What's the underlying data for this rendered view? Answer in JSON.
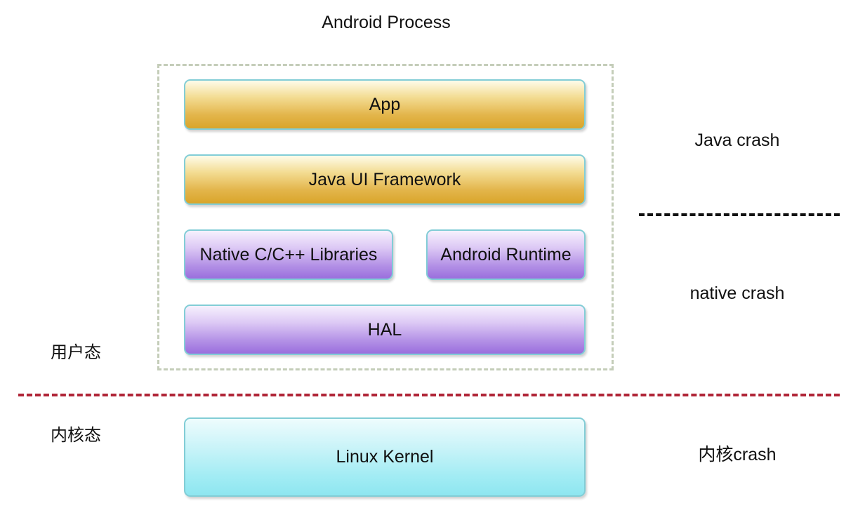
{
  "diagram": {
    "title": "Android Process",
    "layers": {
      "app": "App",
      "java_framework": "Java UI Framework",
      "native_libs": "Native C/C++ Libraries",
      "android_runtime": "Android Runtime",
      "hal": "HAL",
      "kernel": "Linux Kernel"
    },
    "left_labels": {
      "user_space": "用户态",
      "kernel_space": "内核态"
    },
    "right_labels": {
      "java_crash": "Java crash",
      "native_crash": "native crash",
      "kernel_crash": "内核crash"
    },
    "colors": {
      "java_layer": "#e3b54b",
      "native_layer": "#b492e6",
      "kernel_layer": "#a2ecf4",
      "layer_border": "#82cdd6",
      "process_frame": "#c4cdb9",
      "user_kernel_divider": "#b02537",
      "crash_divider": "#111111"
    }
  }
}
